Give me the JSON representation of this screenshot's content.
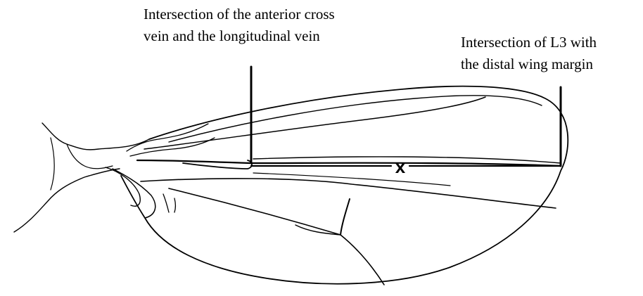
{
  "annotations": {
    "anterior_cross_vein": {
      "line1": "Intersection of the anterior cross",
      "line2": "vein and the longitudinal vein"
    },
    "l3_margin": {
      "line1": "Intersection of L3 with",
      "line2": "the distal wing margin"
    }
  },
  "measurement": {
    "label": "x"
  },
  "colors": {
    "ink": "#000000",
    "background": "#ffffff"
  }
}
